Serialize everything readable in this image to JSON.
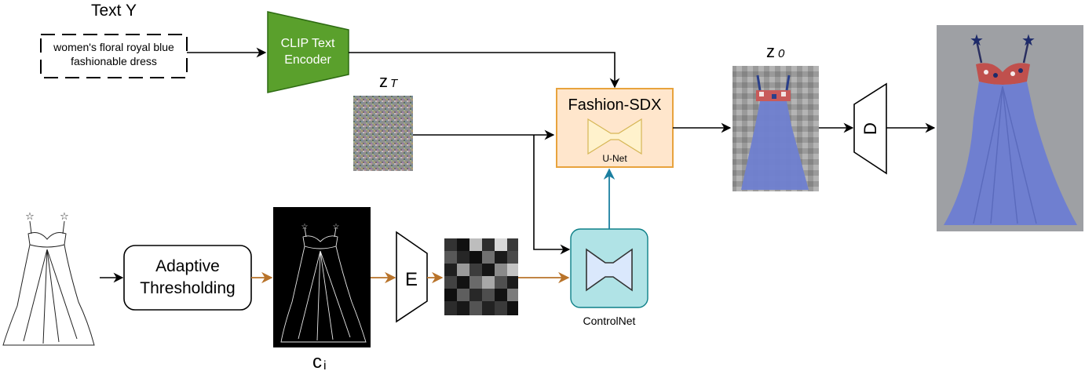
{
  "text_input": {
    "title": "Text Y",
    "prompt_line1": "women's floral royal blue",
    "prompt_line2": "fashionable dress"
  },
  "clip": {
    "line1": "CLIP Text",
    "line2": "Encoder"
  },
  "fashion_sdx": {
    "title": "Fashion-SDX",
    "unet_label": "U-Net"
  },
  "controlnet": {
    "label": "ControlNet"
  },
  "threshold": {
    "line1": "Adaptive",
    "line2": "Thresholding"
  },
  "encoder": {
    "label": "E"
  },
  "decoder": {
    "label": "D"
  },
  "latents": {
    "z_t": "z",
    "z_t_sub": "T",
    "z_0": "z",
    "z_0_sub": "0"
  },
  "condition": {
    "c": "c",
    "c_sub": "i"
  },
  "colors": {
    "clip_fill": "#5aa02c",
    "sdx_fill": "#ffe6cc",
    "sdx_border": "#e8a33d",
    "controlnet_fill": "#b0e3e6",
    "unet_fill": "#fff2cc",
    "controlnet_unet_fill": "#dae8fc",
    "cond_arrow": "#b8732a",
    "control_arrow": "#1b7fa0",
    "dress_blue": "#6f7fd0"
  }
}
